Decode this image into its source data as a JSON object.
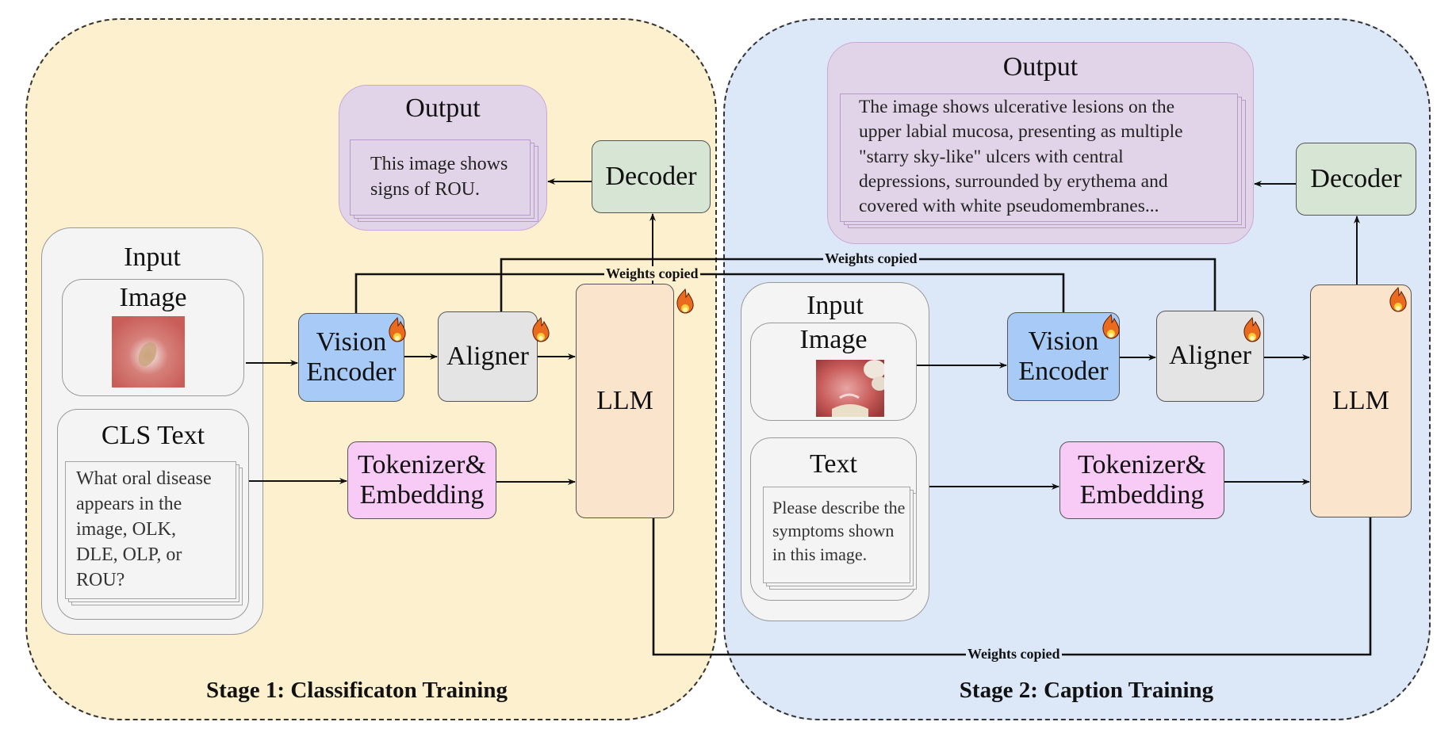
{
  "stage1": {
    "title": "Stage 1: Classificaton Training",
    "input": {
      "title": "Input",
      "image_label": "Image",
      "text_label": "CLS Text",
      "text_content": [
        "What oral disease",
        "appears in the",
        "image, OLK,",
        "DLE, OLP, or",
        "ROU?"
      ]
    },
    "vision_encoder": [
      "Vision",
      "Encoder"
    ],
    "aligner": "Aligner",
    "llm": "LLM",
    "tokenizer": [
      "Tokenizer&",
      "Embedding"
    ],
    "decoder": "Decoder",
    "output": {
      "title": "Output",
      "text_content": [
        "This image shows",
        "signs of ROU."
      ]
    }
  },
  "stage2": {
    "title": "Stage 2: Caption Training",
    "input": {
      "title": "Input",
      "image_label": "Image",
      "text_label": "Text",
      "text_content": [
        "Please describe the",
        "symptoms shown",
        "in this image."
      ]
    },
    "vision_encoder": [
      "Vision",
      "Encoder"
    ],
    "aligner": "Aligner",
    "llm": "LLM",
    "tokenizer": [
      "Tokenizer&",
      "Embedding"
    ],
    "decoder": "Decoder",
    "output": {
      "title": "Output",
      "text_content": [
        "The image shows ulcerative lesions on the",
        "upper labial mucosa, presenting as multiple",
        "\"starry sky-like\" ulcers with central",
        "depressions, surrounded by erythema and",
        "covered with white pseudomembranes..."
      ]
    }
  },
  "connections": {
    "weights_copied_label": "Weights copied",
    "links": [
      "vision-encoder",
      "aligner",
      "llm"
    ]
  },
  "icons": {
    "trainable": "fire-icon"
  },
  "colors": {
    "stage1_bg": "#fcf0cf",
    "stage2_bg": "#dce8f8",
    "vision_encoder": "#a8caf6",
    "aligner": "#e4e4e4",
    "llm": "#fbe4cc",
    "tokenizer": "#f7cbf6",
    "decoder": "#d7e6d4",
    "output": "#e2d4e8"
  }
}
